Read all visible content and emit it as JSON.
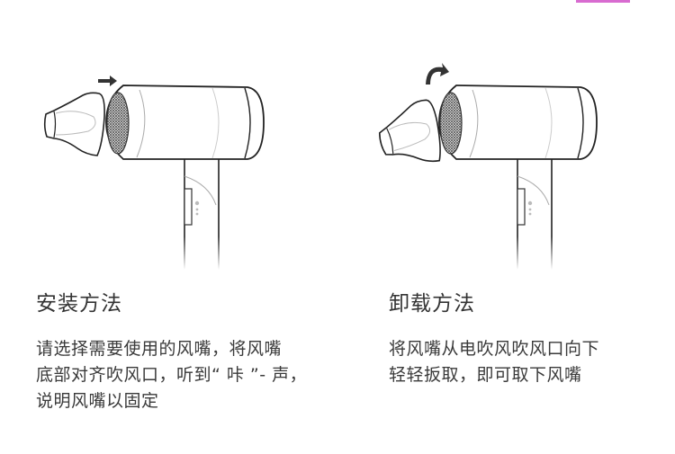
{
  "install": {
    "title": "安装方法",
    "lines": [
      "请选择需要使用的风嘴，将风嘴",
      "底部对齐吹风口，听到“ 咔 ”- 声，",
      "说明风嘴以固定"
    ]
  },
  "remove": {
    "title": "卸载方法",
    "lines": [
      "将风嘴从电吹风吹风口向下",
      "轻轻扳取，即可取下风嘴"
    ]
  },
  "colors": {
    "line": "#222222",
    "accent": "#d86bd0"
  }
}
